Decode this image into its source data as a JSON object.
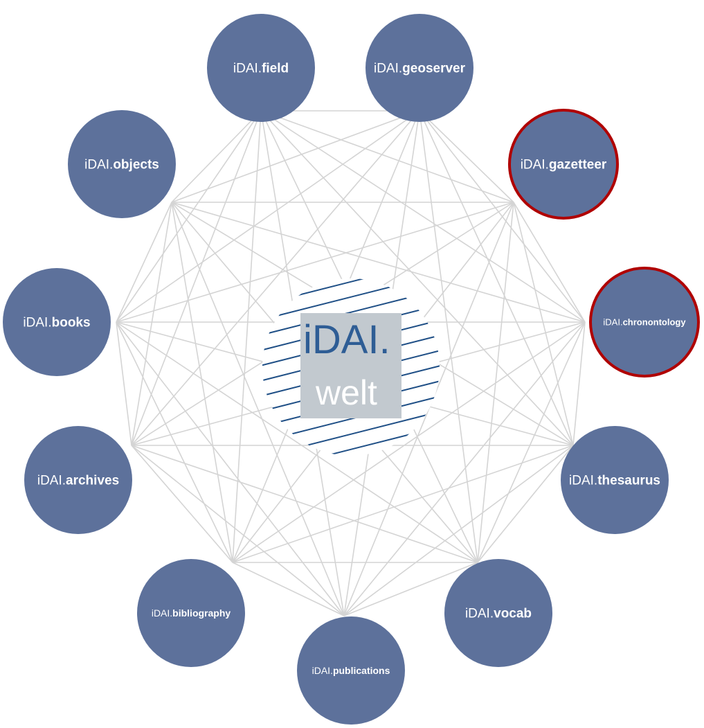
{
  "center": {
    "logo_line1": "iDAI.",
    "logo_line2": "welt"
  },
  "nodes": [
    {
      "id": "field",
      "prefix": "iDAI.",
      "name": "field",
      "highlighted": false
    },
    {
      "id": "geoserver",
      "prefix": "iDAI.",
      "name": "geoserver",
      "highlighted": false
    },
    {
      "id": "gazetteer",
      "prefix": "iDAI.",
      "name": "gazetteer",
      "highlighted": true
    },
    {
      "id": "chronontology",
      "prefix": "iDAI.",
      "name": "chronontology",
      "highlighted": true
    },
    {
      "id": "thesaurus",
      "prefix": "iDAI.",
      "name": "thesaurus",
      "highlighted": false
    },
    {
      "id": "vocab",
      "prefix": "iDAI.",
      "name": "vocab",
      "highlighted": false
    },
    {
      "id": "publications",
      "prefix": "iDAI.",
      "name": "publications",
      "highlighted": false
    },
    {
      "id": "bibliography",
      "prefix": "iDAI.",
      "name": "bibliography",
      "highlighted": false
    },
    {
      "id": "archives",
      "prefix": "iDAI.",
      "name": "archives",
      "highlighted": false
    },
    {
      "id": "books",
      "prefix": "iDAI.",
      "name": "books",
      "highlighted": false
    },
    {
      "id": "objects",
      "prefix": "iDAI.",
      "name": "objects",
      "highlighted": false
    }
  ],
  "colors": {
    "node_fill": "#5d719b",
    "highlight_border": "#b00000",
    "connector": "#d4d4d4",
    "logo_box": "#c2c9cf",
    "logo_text": "#2e5d95",
    "hatch": "#1f4f86"
  }
}
